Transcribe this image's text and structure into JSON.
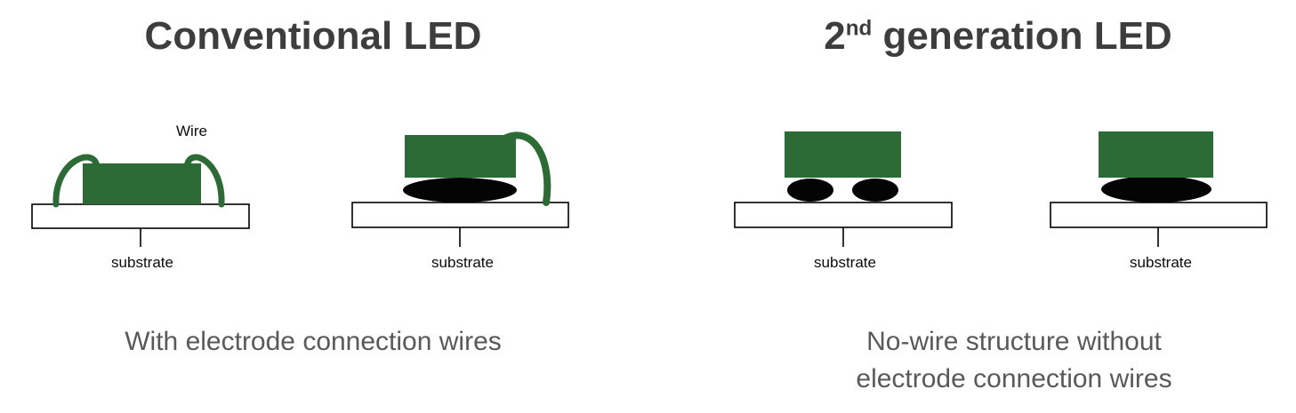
{
  "colors": {
    "led_green": "#2d6b36",
    "bump_black": "#040404",
    "substrate_fill": "#ffffff",
    "substrate_border": "#000000",
    "title_color": "#3d3d3d",
    "caption_color": "#595959"
  },
  "left": {
    "title": "Conventional LED",
    "caption": "With electrode connection wires",
    "wire_label": "Wire",
    "diagram1": {
      "substrate_label": "substrate"
    },
    "diagram2": {
      "substrate_label": "substrate"
    }
  },
  "right": {
    "title_base": "2",
    "title_sup": "nd",
    "title_rest": " generation LED",
    "caption_line1": "No-wire structure without",
    "caption_line2": "electrode connection wires",
    "diagram1": {
      "substrate_label": "substrate"
    },
    "diagram2": {
      "substrate_label": "substrate"
    }
  }
}
